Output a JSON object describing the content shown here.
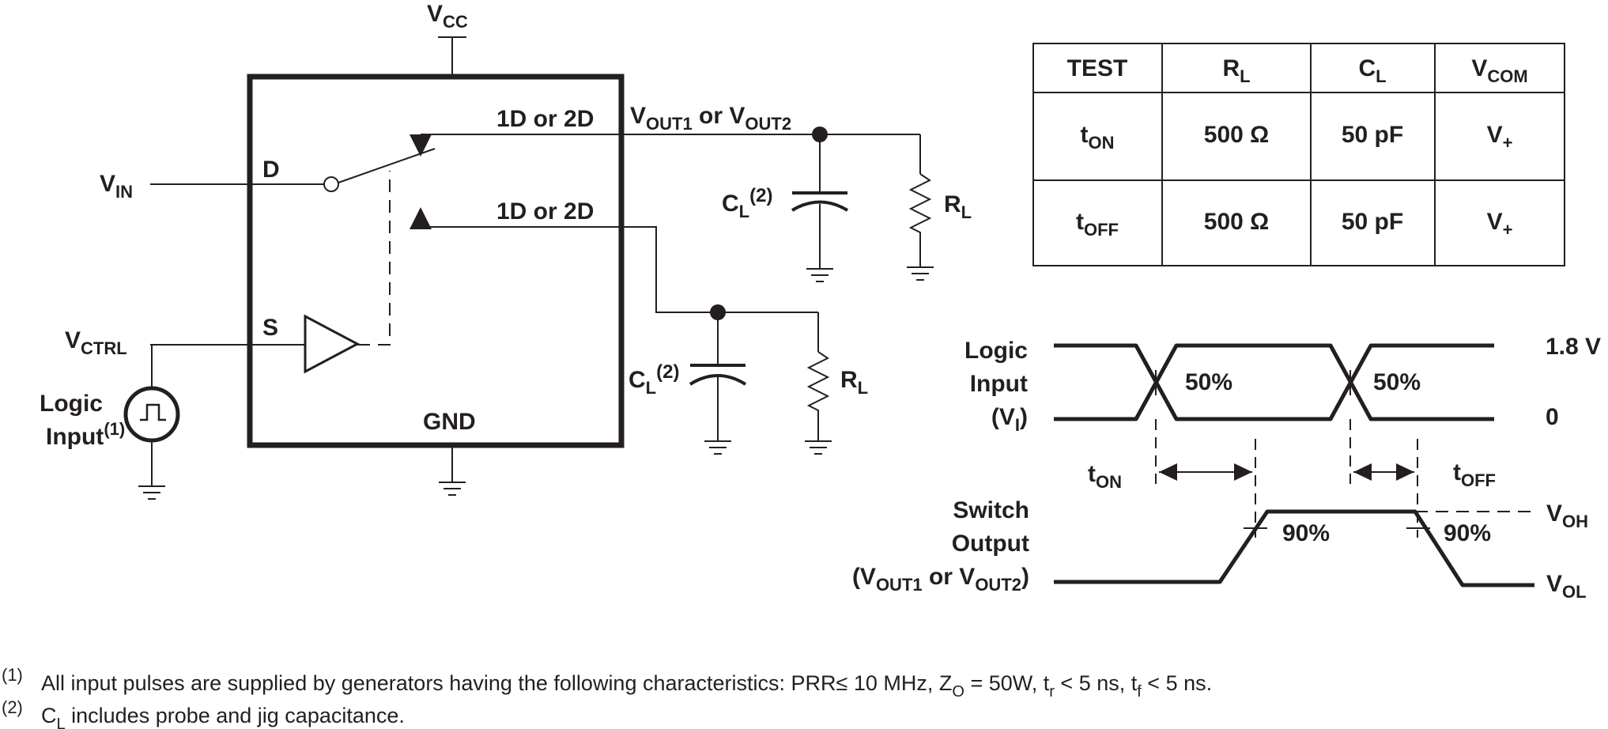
{
  "circuit": {
    "vcc": {
      "main": "V",
      "sub": "CC"
    },
    "vin": {
      "main": "V",
      "sub": "IN"
    },
    "vctrl": {
      "main": "V",
      "sub": "CTRL"
    },
    "pin_d": "D",
    "pin_s": "S",
    "gnd": "GND",
    "out1_label": "1D or 2D",
    "out2_label": "1D or 2D",
    "vout": {
      "a": "V",
      "a_sub": "OUT1",
      "mid": " or ",
      "b": "V",
      "b_sub": "OUT2"
    },
    "cl": {
      "main": "C",
      "sub": "L",
      "sup": "(2)"
    },
    "rl": {
      "main": "R",
      "sub": "L"
    },
    "logic_input": {
      "line1": "Logic",
      "line2": "Input",
      "sup": "(1)"
    }
  },
  "table": {
    "headers": [
      {
        "main": "TEST",
        "sub": ""
      },
      {
        "main": "R",
        "sub": "L"
      },
      {
        "main": "C",
        "sub": "L"
      },
      {
        "main": "V",
        "sub": "COM"
      }
    ],
    "rows": [
      {
        "test": {
          "main": "t",
          "sub": "ON"
        },
        "rl": "500 Ω",
        "cl": "50 pF",
        "vcom": {
          "main": "V",
          "sub": "+"
        }
      },
      {
        "test": {
          "main": "t",
          "sub": "OFF"
        },
        "rl": "500 Ω",
        "cl": "50 pF",
        "vcom": {
          "main": "V",
          "sub": "+"
        }
      }
    ]
  },
  "timing": {
    "logic": {
      "line1": "Logic",
      "line2": "Input",
      "line3_main": "(V",
      "line3_sub": "I",
      "line3_end": ")"
    },
    "level_high": "1.8 V",
    "level_low": "0",
    "pct50": "50%",
    "pct90": "90%",
    "ton": {
      "main": "t",
      "sub": "ON"
    },
    "toff": {
      "main": "t",
      "sub": "OFF"
    },
    "switch": {
      "line1": "Switch",
      "line2": "Output",
      "line3_a": "(V",
      "line3_a_sub": "OUT1",
      "line3_mid": " or V",
      "line3_b_sub": "OUT2",
      "line3_end": ")"
    },
    "voh": {
      "main": "V",
      "sub": "OH"
    },
    "vol": {
      "main": "V",
      "sub": "OL"
    }
  },
  "footnotes": [
    {
      "mark": "(1)",
      "a": "All input pulses are supplied by generators having the following characteristics: PRR≤ 10 MHz, Z",
      "a_sub": "O",
      "b": " = 50W, t",
      "b_sub": "r",
      "c": " < 5 ns, t",
      "c_sub": "f",
      "d": " < 5 ns."
    },
    {
      "mark": "(2)",
      "a": "C",
      "a_sub": "L",
      "b": " includes probe and jig capacitance."
    }
  ]
}
